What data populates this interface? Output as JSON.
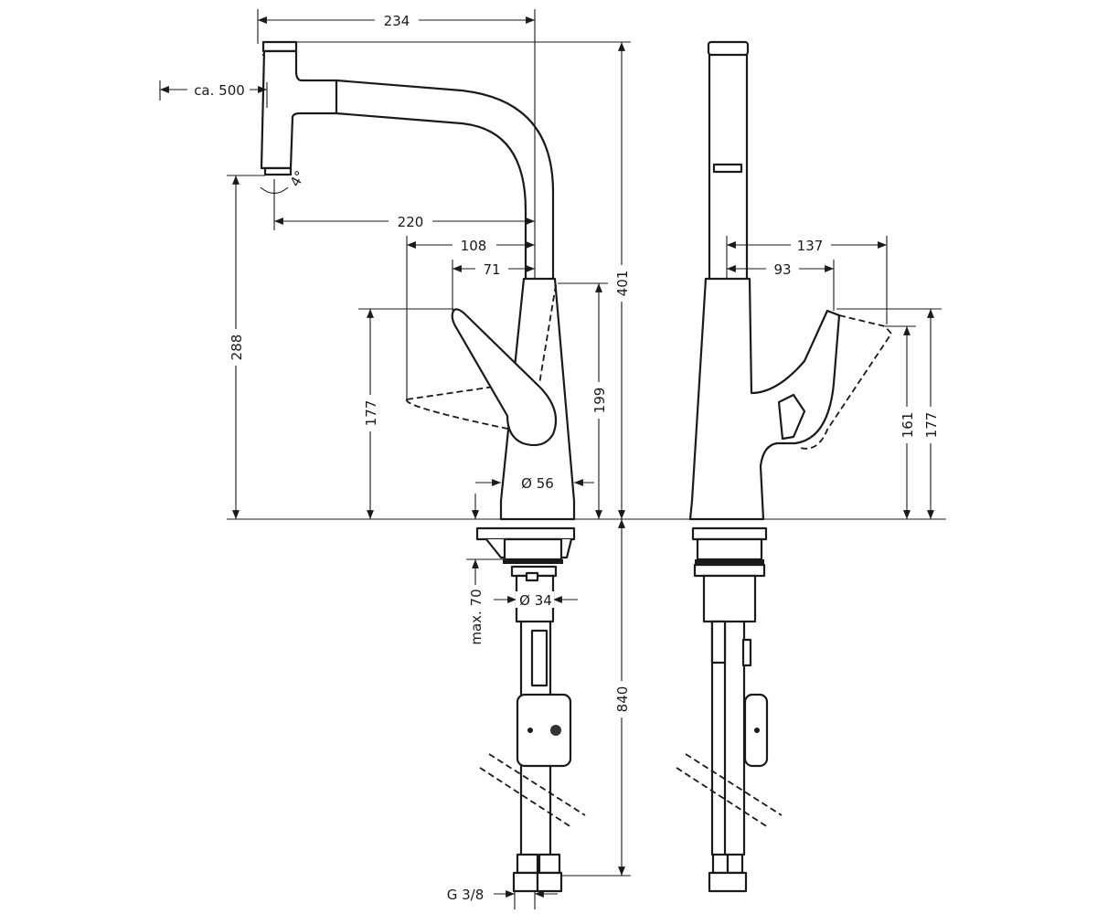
{
  "title": "Kitchen mixer with pull-out spray – dimension drawing",
  "dimensions": {
    "overall_reach": "234",
    "spray_hose_length": "ca. 500",
    "spray_angle": "4°",
    "spout_reach": "220",
    "lever_reach_open": "108",
    "lever_reach_closed": "71",
    "spout_height": "288",
    "lever_height_front": "177",
    "body_height": "199",
    "total_height": "401",
    "body_diameter": "Ø 56",
    "max_deck_thickness": "max. 70",
    "shank_diameter": "Ø 34",
    "hose_length": "840",
    "connection_thread": "G 3/8",
    "side_lever_reach_open": "137",
    "side_lever_reach_closed": "93",
    "side_lever_height_closed": "161",
    "side_lever_height_open": "177"
  },
  "colors": {
    "line": "#1a1a1a",
    "background": "#ffffff"
  }
}
